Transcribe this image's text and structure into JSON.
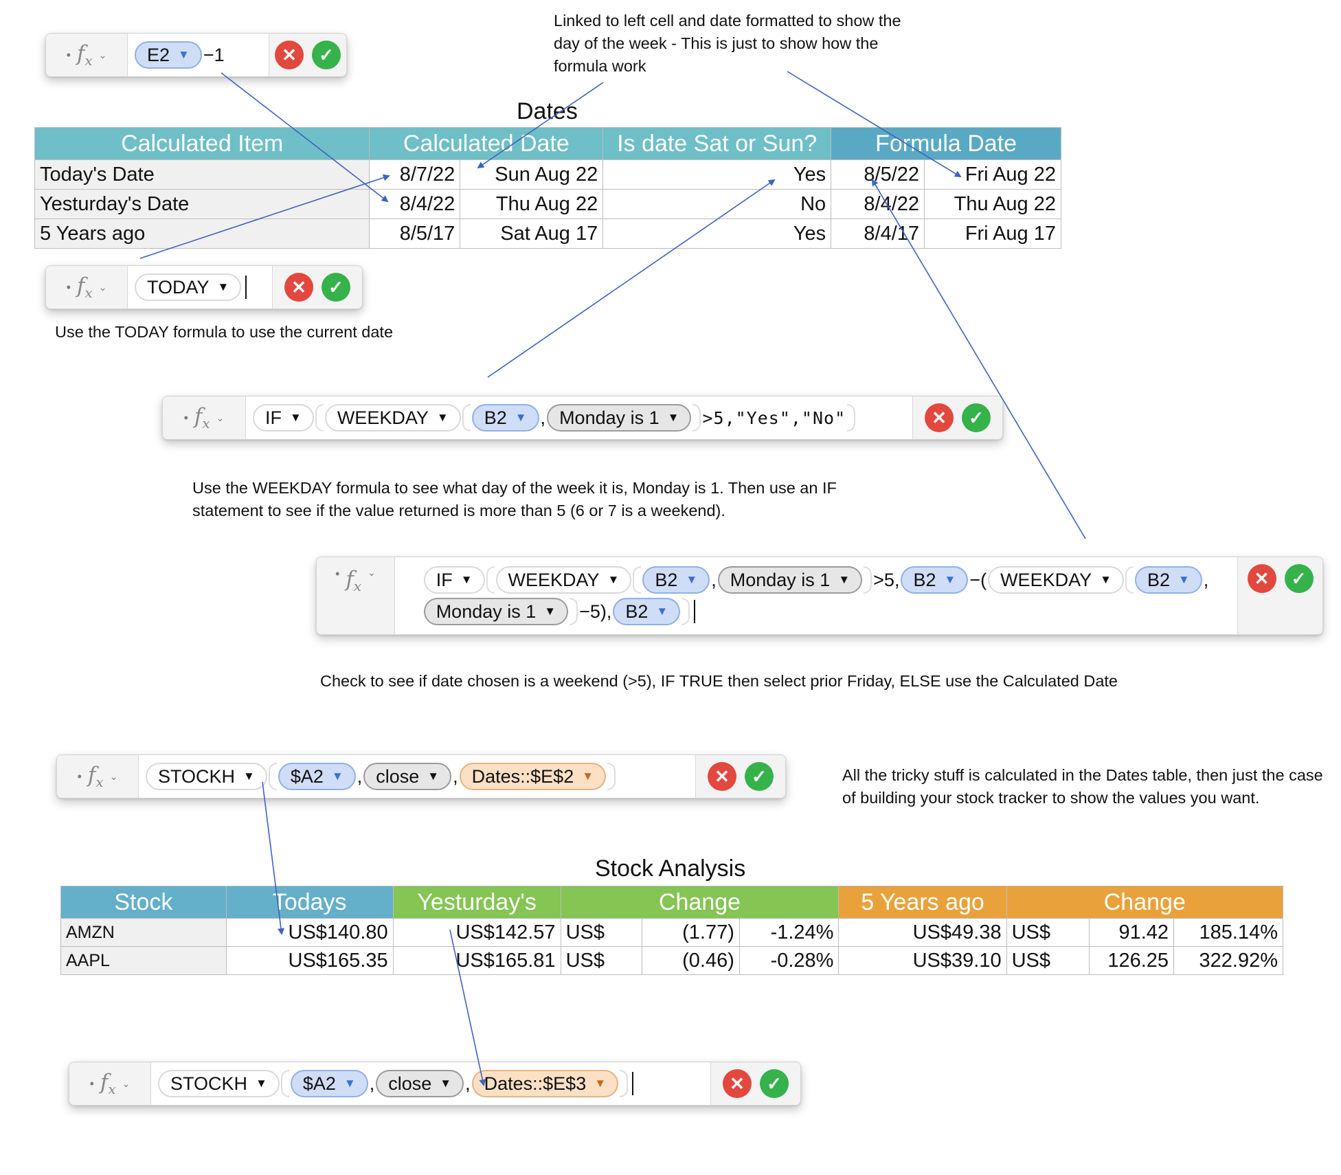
{
  "formulas": {
    "e2_minus_1": {
      "ref": "E2",
      "suffix": "−1"
    },
    "today": {
      "fn": "TODAY"
    },
    "weekday_if": {
      "if": "IF",
      "weekday": "WEEKDAY",
      "ref": "B2",
      "sep": ",",
      "option": "Monday is 1",
      "tail": ">5,\"Yes\",\"No\""
    },
    "friday_calc": {
      "if": "IF",
      "weekday": "WEEKDAY",
      "ref": "B2",
      "sep": ",",
      "option": "Monday is 1",
      "gt5": ">5,",
      "minus_paren": "−(",
      "minus5": "−5),"
    },
    "stockh_today": {
      "fn": "STOCKH",
      "ref": "$A2",
      "sep": ",",
      "option": "close",
      "ext": "Dates::$E$2"
    },
    "stockh_yesterday": {
      "fn": "STOCKH",
      "ref": "$A2",
      "sep": ",",
      "option": "close",
      "ext": "Dates::$E$3"
    }
  },
  "notes": {
    "linked": "Linked to left cell and date formatted to show the day of the week - This is just to show how the formula work",
    "today": "Use the TODAY formula to use the current date",
    "weekday": "Use the WEEKDAY formula to see what day of the week it is, Monday is 1. Then use an IF statement to see if the value returned is more than 5 (6 or 7 is a weekend).",
    "check": "Check to see if date chosen is a weekend (>5), IF TRUE then select prior Friday, ELSE use the Calculated Date",
    "tricky": "All the tricky stuff is calculated in the Dates table, then just the case of building your stock tracker to show the values you want."
  },
  "dates_table": {
    "title": "Dates",
    "headers": [
      "Calculated Item",
      "Calculated Date",
      "Is date Sat or Sun?",
      "Formula Date"
    ],
    "rows": [
      [
        "Today's Date",
        "8/7/22",
        "Sun Aug 22",
        "Yes",
        "8/5/22",
        "Fri Aug 22"
      ],
      [
        "Yesturday's Date",
        "8/4/22",
        "Thu Aug 22",
        "No",
        "8/4/22",
        "Thu Aug 22"
      ],
      [
        "5 Years ago",
        "8/5/17",
        "Sat Aug 17",
        "Yes",
        "8/4/17",
        "Fri Aug 17"
      ]
    ]
  },
  "stock_table": {
    "title": "Stock Analysis",
    "headers": [
      "Stock",
      "Todays",
      "Yesturday's",
      "Change",
      "5 Years ago",
      "Change"
    ],
    "rows": [
      [
        "AMZN",
        "US$140.80",
        "US$142.57",
        "US$",
        "(1.77)",
        "-1.24%",
        "US$49.38",
        "US$",
        "91.42",
        "185.14%"
      ],
      [
        "AAPL",
        "US$165.35",
        "US$165.81",
        "US$",
        "(0.46)",
        "-0.28%",
        "US$39.10",
        "US$",
        "126.25",
        "322.92%"
      ]
    ]
  },
  "icons": {
    "fx": "fx",
    "cancel": "✕",
    "accept": "✓",
    "dot": "•",
    "chevron": "⌄",
    "dropdown": "▼"
  },
  "colors": {
    "header_teal": "#6ebfc7",
    "header_blue": "#64afc9",
    "header_green": "#84c553",
    "header_orange": "#e9a23b",
    "cancel_red": "#e2483d",
    "accept_green": "#35b24a",
    "arrow_blue": "#3f62c0"
  }
}
